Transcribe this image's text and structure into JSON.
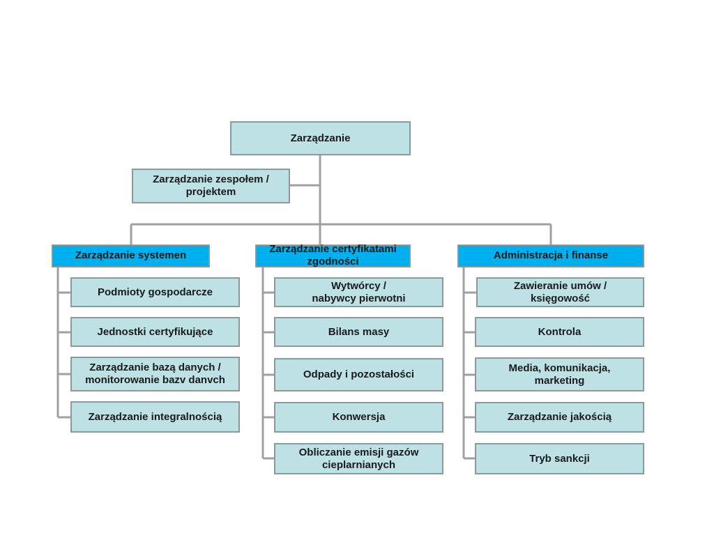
{
  "colors": {
    "node_fill": "#bde1e5",
    "header_fill": "#00b0ee",
    "border": "#8a9a9c",
    "connector": "#a0a0a0"
  },
  "root": {
    "label": "Zarządzanie"
  },
  "team": {
    "label": "Zarządzanie zespołem /\nprojektem"
  },
  "columns": [
    {
      "header": "Zarządzanie systemen",
      "items": [
        "Podmioty gospodarcze",
        "Jednostki certyfikujące",
        "Zarządzanie bazą danych /\nmonitorowanie bazv danvch",
        "Zarządzanie integralnością"
      ]
    },
    {
      "header": "Zarządzanie certyfikatami\nzgodności",
      "items": [
        "Wytwórcy /\nnabywcy pierwotni",
        "Bilans masy",
        "Odpady i pozostałości",
        "Konwersja",
        "Obliczanie emisji gazów\ncieplarnianych"
      ]
    },
    {
      "header": "Administracja i finanse",
      "items": [
        "Zawieranie umów /\nksięgowość",
        "Kontrola",
        "Media, komunikacja,\nmarketing",
        "Zarządzanie jakością",
        "Tryb sankcji"
      ]
    }
  ]
}
